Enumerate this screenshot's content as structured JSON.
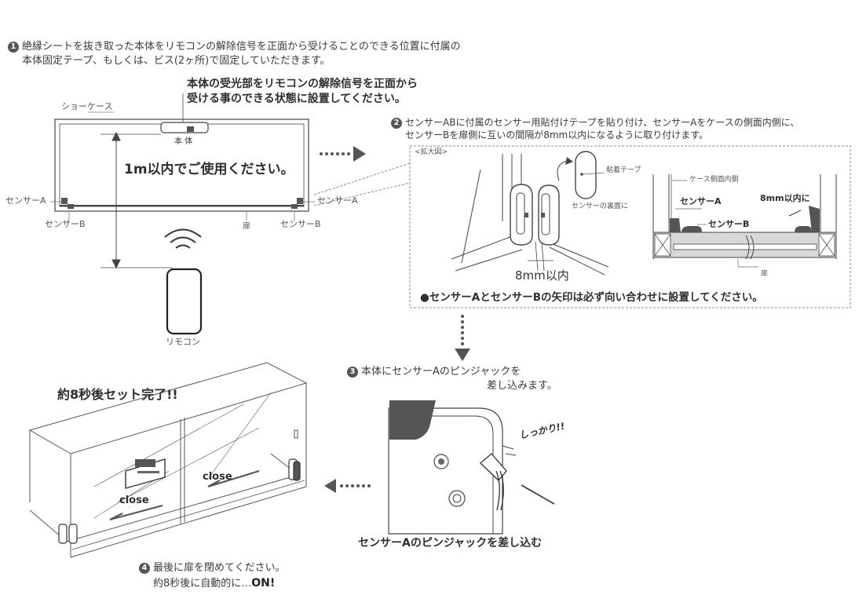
{
  "colors": {
    "ink": "#333333",
    "panel_gray": "#d8d8d8",
    "dark_block": "#555555",
    "dotted_border": "#999999"
  },
  "step1": {
    "number": "1",
    "line1": "絶縁シートを抜き取った本体をリモコンの解除信号を正面から受けることのできる位置に付属の",
    "line2": "本体固定テープ、もしくは、ビス(2ヶ所)で固定していただきます。",
    "callout_line1": "本体の受光部をリモコンの解除信号を正面から",
    "callout_line2": "受ける事のできる状態に設置してください。",
    "showcase_label": "ショーケース",
    "body_label": "本 体",
    "distance_text": "1m以内でご使用ください。",
    "sensor_a_left": "センサーA",
    "sensor_a_right": "センサーA",
    "sensor_b_left": "センサーB",
    "sensor_b_right": "センサーB",
    "door_label": "扉",
    "remote_label": "リモコン"
  },
  "step2": {
    "number": "2",
    "line1": "センサーABに付属のセンサー用貼付けテープを貼り付け、センサーAをケースの側面内側に、",
    "line2": "センサーBを扉側に互いの間隔が8mm以内になるように取り付けます。",
    "zoom_label": "<拡大図>",
    "tape_label": "粘着テープ",
    "sensor_back_label": "センサーの裏面に",
    "gap_label": "8mm以内",
    "case_side_label": "ケース側面内側",
    "gap_label_right": "8mm以内に",
    "sensor_a_label": "センサーA",
    "sensor_b_label": "センサーB",
    "door_label": "扉",
    "note": "●センサーAとセンサーBの矢印は必ず向い合わせに設置してください。"
  },
  "step3": {
    "number": "3",
    "line1": "本体にセンサーAのピンジャックを",
    "line2": "差し込みます。",
    "tight_label": "しっかり!!",
    "caption": "センサーAのピンジャックを差し込む"
  },
  "step4": {
    "number": "4",
    "done_label": "約8秒後セット完了!!",
    "close_label_left": "close",
    "close_label_right": "close",
    "line1": "最後に扉を閉めてください。",
    "line2_prefix": "約8秒後に自動的に…",
    "line2_on": "ON!"
  },
  "icons": {
    "flow_arrow_right": "dotted-arrow-right-icon",
    "flow_arrow_down": "dotted-arrow-down-icon",
    "flow_arrow_left": "dotted-arrow-left-icon",
    "signal": "wireless-signal-icon"
  }
}
